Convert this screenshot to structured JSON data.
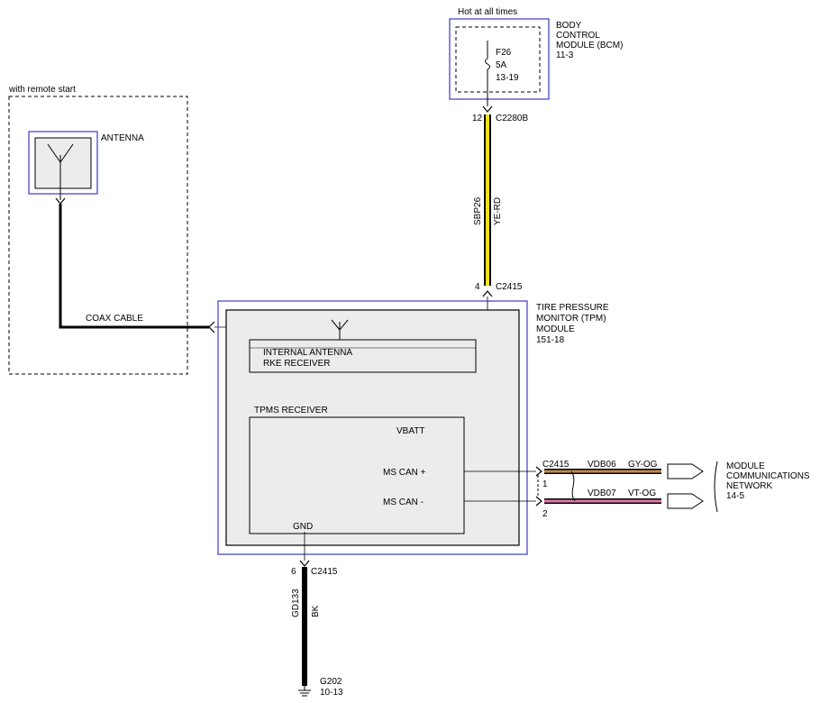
{
  "power": {
    "hot_label": "Hot at all times",
    "module_name": [
      "BODY",
      "CONTROL",
      "MODULE (BCM)",
      "11-3"
    ],
    "fuse": [
      "F26",
      "5A",
      "13-19"
    ]
  },
  "bcm_connector": {
    "pin": "12",
    "name": "C2280B"
  },
  "power_wire": {
    "circuit": "SBP26",
    "color_code": "YE-RD",
    "color_hex": "#f2e21b"
  },
  "tpm_power_connector": {
    "pin": "4",
    "name": "C2415"
  },
  "remote_start": {
    "label": "with remote start",
    "antenna_label": "ANTENNA",
    "coax_label": "COAX CABLE"
  },
  "tpm": {
    "module_name": [
      "TIRE PRESSURE",
      "MONITOR (TPM)",
      "MODULE",
      "151-18"
    ],
    "internal_antenna": [
      "INTERNAL ANTENNA",
      "RKE RECEIVER"
    ],
    "tpms_receiver": "TPMS RECEIVER",
    "vbatt": "VBATT",
    "ms_can_plus": "MS CAN +",
    "ms_can_minus": "MS CAN -",
    "gnd": "GND"
  },
  "can_connector": {
    "name": "C2415",
    "pin_plus": "1",
    "pin_minus": "2"
  },
  "can_wires": [
    {
      "circuit": "VDB06",
      "color_code": "GY-OG",
      "color_hex": "#c08a4a"
    },
    {
      "circuit": "VDB07",
      "color_code": "VT-OG",
      "color_hex": "#e07aa8"
    }
  ],
  "network": [
    "MODULE",
    "COMMUNICATIONS",
    "NETWORK",
    "14-5"
  ],
  "ground_connector": {
    "pin": "6",
    "name": "C2415"
  },
  "ground_wire": {
    "circuit": "GD133",
    "color_code": "BK",
    "color_hex": "#000000"
  },
  "ground_point": [
    "G202",
    "10-13"
  ]
}
